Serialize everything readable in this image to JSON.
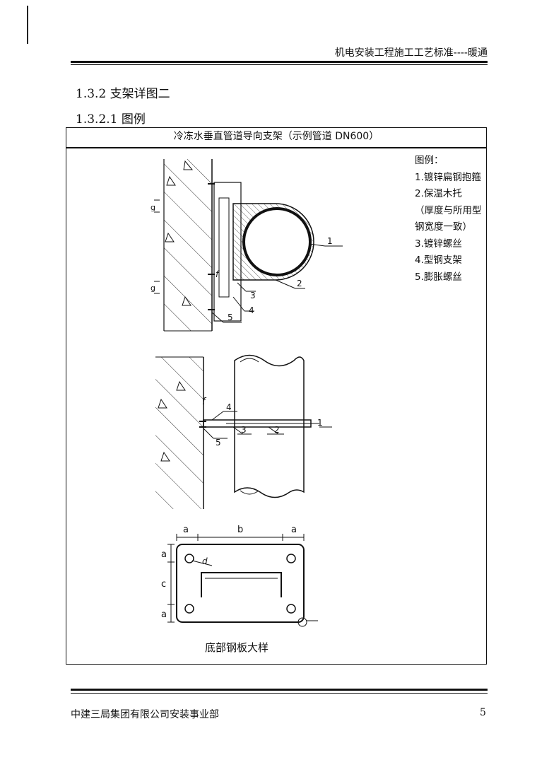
{
  "header": {
    "title": "机电安装工程施工工艺标准----暖通"
  },
  "section": {
    "heading": "1.3.2 支架详图二",
    "subheading": "1.3.2.1 图例"
  },
  "figure": {
    "title": "冷冻水垂直管道导向支架（示例管道 DN600）",
    "legend_title": "图例：",
    "legend_items": [
      "1.镀锌扁钢抱箍",
      "2.保温木托",
      "（厚度与所用型",
      "钢宽度一致）",
      "3.镀锌螺丝",
      "4.型钢支架",
      "5.膨胀螺丝"
    ],
    "callouts": [
      "1",
      "2",
      "3",
      "4",
      "5"
    ],
    "dim_labels": {
      "g": "g",
      "f": "f",
      "a": "a",
      "b": "b",
      "c": "c",
      "d": "d"
    },
    "plate_caption": "底部钢板大样"
  },
  "footer": {
    "company": "中建三局集团有限公司安装事业部",
    "page": "5"
  }
}
